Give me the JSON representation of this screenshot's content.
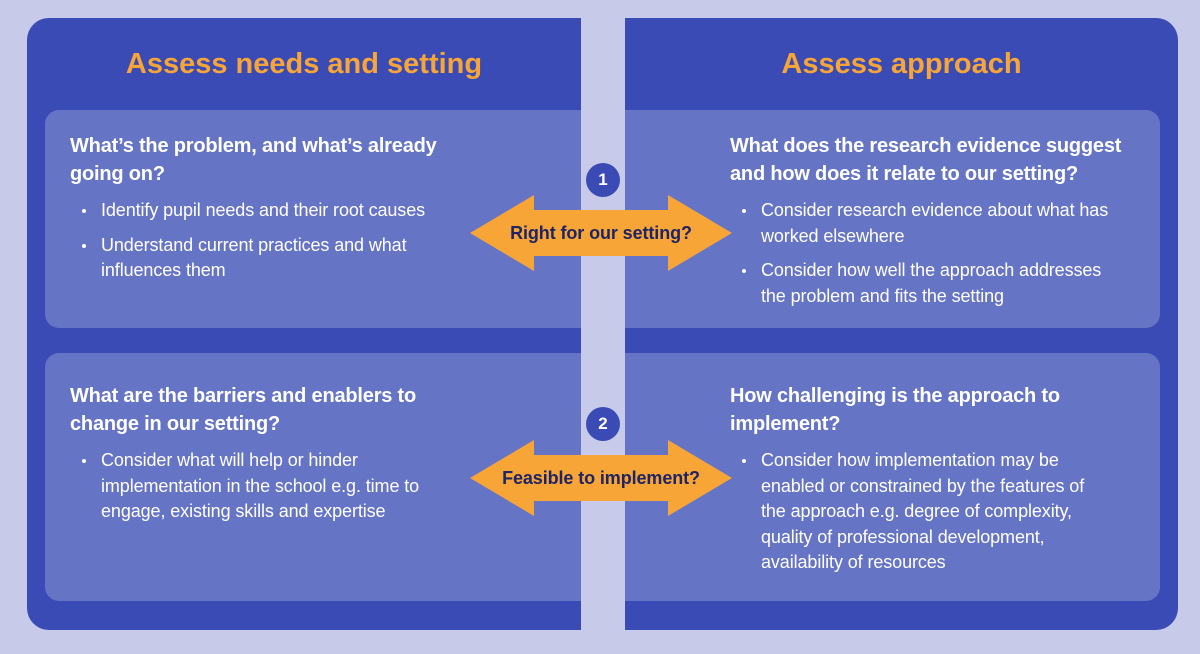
{
  "left": {
    "heading": "Assess needs and setting",
    "cards": [
      {
        "question": "What’s the problem, and what’s already going on?",
        "bullets": [
          "Identify pupil needs and their root causes",
          "Understand current practices and what influences them"
        ]
      },
      {
        "question": "What are the barriers and enablers to change in our setting?",
        "bullets": [
          "Consider what will help or hinder implementation in the school e.g. time to engage, existing skills and expertise"
        ]
      }
    ]
  },
  "right": {
    "heading": "Assess approach",
    "cards": [
      {
        "question": "What does the research evidence suggest and how does it relate to our setting?",
        "bullets": [
          "Consider research evidence about what has worked elsewhere",
          "Consider how well the approach addresses the problem and fits the setting"
        ]
      },
      {
        "question": "How challenging is the approach to implement?",
        "bullets": [
          "Consider how implementation may be enabled or constrained by the features of the approach e.g. degree of complexity, quality of professional development, availability of resources"
        ]
      }
    ]
  },
  "connectors": [
    {
      "number": "1",
      "label": "Right for our setting?"
    },
    {
      "number": "2",
      "label": "Feasible to implement?"
    }
  ],
  "colors": {
    "background": "#c7cbe9",
    "panel": "#3a4bb5",
    "card": "#6674c6",
    "heading": "#f7a536",
    "arrow": "#f7a536",
    "arrow_text": "#1f2464"
  }
}
